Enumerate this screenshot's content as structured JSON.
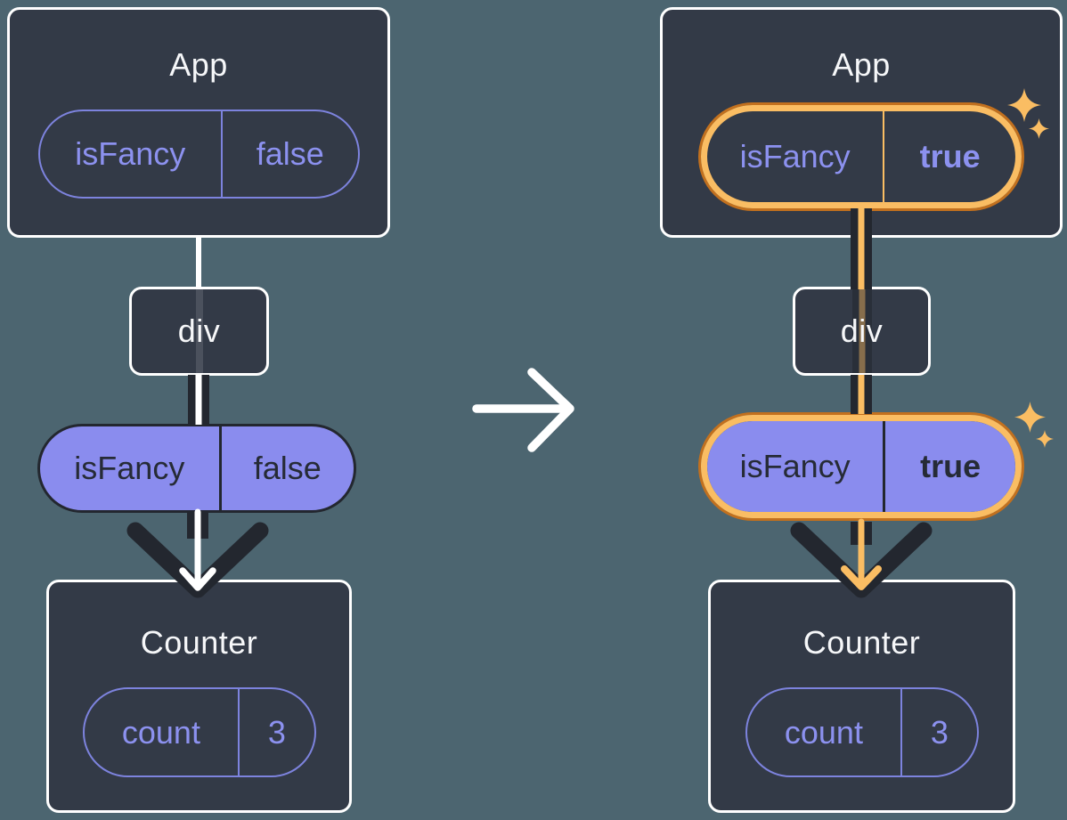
{
  "colors": {
    "background": "#4c6570",
    "card_fill": "#333a47",
    "card_border": "#ffffff",
    "purple_outline": "#7d83de",
    "purple_text": "#8c91ef",
    "purple_fill": "#8a8cee",
    "dark_flow": "#23272f",
    "orange_light": "#fabd63",
    "orange_dark": "#c2701e"
  },
  "icons": {
    "transition_arrow": "arrow-right",
    "sparkle": "four-point-sparkle"
  },
  "left_tree": {
    "app": {
      "title": "App",
      "prop": {
        "key": "isFancy",
        "value": "false"
      }
    },
    "div": {
      "label": "div"
    },
    "passed_prop": {
      "key": "isFancy",
      "value": "false"
    },
    "counter": {
      "title": "Counter",
      "state": {
        "key": "count",
        "value": "3"
      }
    }
  },
  "right_tree": {
    "app": {
      "title": "App",
      "prop": {
        "key": "isFancy",
        "value": "true"
      }
    },
    "div": {
      "label": "div"
    },
    "passed_prop": {
      "key": "isFancy",
      "value": "true"
    },
    "counter": {
      "title": "Counter",
      "state": {
        "key": "count",
        "value": "3"
      }
    }
  }
}
